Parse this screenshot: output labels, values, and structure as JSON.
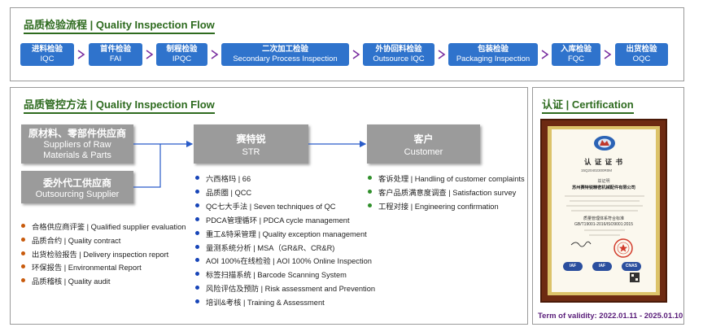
{
  "flow_section": {
    "title": "品质检验流程 | Quality Inspection Flow",
    "steps": [
      {
        "cn": "进料检验",
        "en": "IQC"
      },
      {
        "cn": "首件检验",
        "en": "FAI"
      },
      {
        "cn": "制程检验",
        "en": "IPQC"
      },
      {
        "cn": "二次加工检验",
        "en": "Secondary Process Inspection"
      },
      {
        "cn": "外协回料检验",
        "en": "Outsource IQC"
      },
      {
        "cn": "包装检验",
        "en": "Packaging Inspection"
      },
      {
        "cn": "入库检验",
        "en": "FQC"
      },
      {
        "cn": "出货检验",
        "en": "OQC"
      }
    ]
  },
  "method_section": {
    "title": "品质管控方法 | Quality Inspection Flow",
    "suppliers_box": {
      "cn": "原材料、零部件供应商",
      "en1": "Suppliers of Raw",
      "en2": "Materials & Parts"
    },
    "outsourcing_box": {
      "cn": "委外代工供应商",
      "en": "Outsourcing Supplier"
    },
    "str_box": {
      "cn": "赛特锐",
      "en": "STR"
    },
    "customer_box": {
      "cn": "客户",
      "en": "Customer"
    },
    "supplier_items": [
      "合格供应商评鉴 | Qualified supplier evaluation",
      "品质合约 | Quality contract",
      "出货检验报告 | Delivery inspection report",
      "环保报告 | Environmental Report",
      "品质稽核 | Quality audit"
    ],
    "str_items": [
      "六西格玛 | 66",
      "品质圈 | QCC",
      "QC七大手法 | Seven techniques of QC",
      "PDCA管理循环 | PDCA cycle management",
      "重工&特采管理 | Quality exception management",
      "量测系统分析 | MSA（GR&R、CR&R)",
      "AOI 100%在线检验 | AOI 100% Online Inspection",
      "标签扫描系统 | Barcode Scanning System",
      "风险评估及预防 | Risk assessment and Prevention",
      "培训&考核 | Training & Assessment"
    ],
    "customer_items": [
      "客诉处理 | Handling of customer complaints",
      "客户品质满意度调查 | Satisfaction survey",
      "工程对接 | Engineering confirmation"
    ]
  },
  "cert_section": {
    "title": "认证 | Certification",
    "certificate": {
      "heading": "认 证 证 书",
      "number": "15Q20402300R0M",
      "certify_label": "兹证明",
      "company": "苏州赛特锐精密机械配件有限公司",
      "standard": "GB/T19001-2016/ISO9001:2015",
      "scope_label": "质量管理体系符合标准",
      "logos": [
        "IAF",
        "IAF",
        "CNAS"
      ]
    },
    "validity": "Term of validity:  2022.01.11 - 2025.01.10"
  },
  "colors": {
    "accent": "#2f73cc",
    "title": "#2e6b1f",
    "box": "#9b9b9b",
    "frame": "#6d2a12",
    "validity": "#5a1e7a"
  }
}
